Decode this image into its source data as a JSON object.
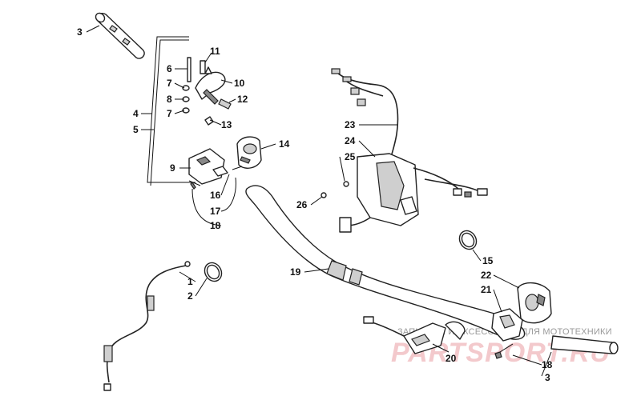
{
  "diagram": {
    "callouts": [
      {
        "id": "c3a",
        "label": "3"
      },
      {
        "id": "c6",
        "label": "6"
      },
      {
        "id": "c11",
        "label": "11"
      },
      {
        "id": "c7a",
        "label": "7"
      },
      {
        "id": "c10",
        "label": "10"
      },
      {
        "id": "c8",
        "label": "8"
      },
      {
        "id": "c12",
        "label": "12"
      },
      {
        "id": "c4",
        "label": "4"
      },
      {
        "id": "c7b",
        "label": "7"
      },
      {
        "id": "c13",
        "label": "13"
      },
      {
        "id": "c5",
        "label": "5"
      },
      {
        "id": "c14",
        "label": "14"
      },
      {
        "id": "c9",
        "label": "9"
      },
      {
        "id": "c16",
        "label": "16"
      },
      {
        "id": "c17",
        "label": "17"
      },
      {
        "id": "c18a",
        "label": "18"
      },
      {
        "id": "c23",
        "label": "23"
      },
      {
        "id": "c24",
        "label": "24"
      },
      {
        "id": "c25",
        "label": "25"
      },
      {
        "id": "c26",
        "label": "26"
      },
      {
        "id": "c1",
        "label": "1"
      },
      {
        "id": "c2",
        "label": "2"
      },
      {
        "id": "c19",
        "label": "19"
      },
      {
        "id": "c15",
        "label": "15"
      },
      {
        "id": "c22",
        "label": "22"
      },
      {
        "id": "c21",
        "label": "21"
      },
      {
        "id": "c20",
        "label": "20"
      },
      {
        "id": "c18b",
        "label": "18"
      },
      {
        "id": "c3b",
        "label": "3"
      }
    ]
  },
  "watermark": {
    "caption": "ЗАПЧАСТИ И АКСЕССУАРЫ ДЛЯ МОТОТЕХНИКИ",
    "brand": "PARTSPORT.RU"
  }
}
